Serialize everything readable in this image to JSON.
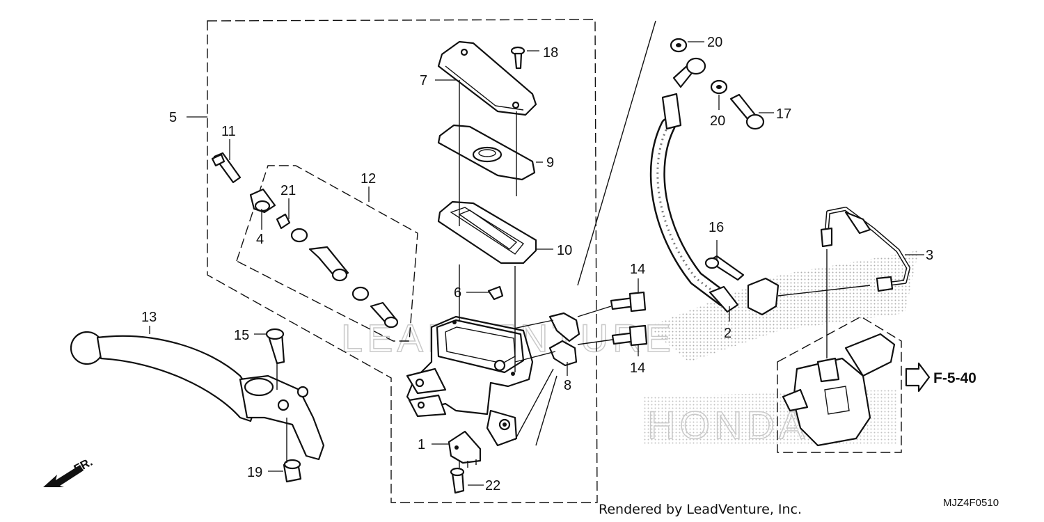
{
  "diagram": {
    "callouts": [
      "1",
      "2",
      "3",
      "4",
      "5",
      "6",
      "7",
      "8",
      "9",
      "10",
      "11",
      "12",
      "13",
      "14",
      "14",
      "15",
      "16",
      "17",
      "18",
      "19",
      "20",
      "20",
      "21",
      "22"
    ],
    "reference": "F-5-40",
    "direction": "FR.",
    "credit": "Rendered by LeadVenture, Inc.",
    "code": "MJZ4F0510",
    "watermark": "LEADVENTURE",
    "logo_text": "HONDA"
  }
}
